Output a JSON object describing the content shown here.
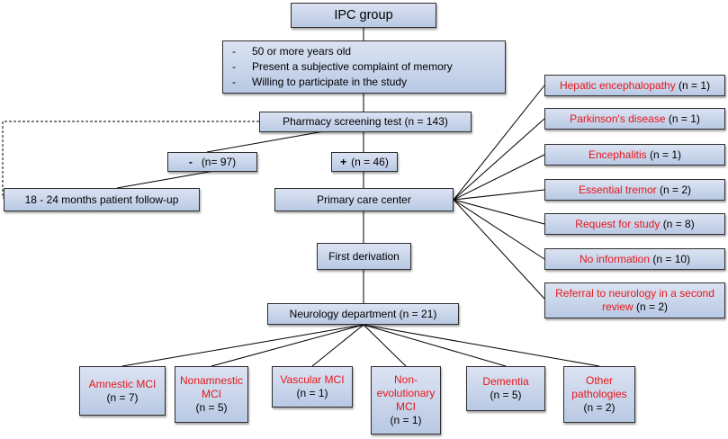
{
  "ipc_group": "IPC group",
  "criteria": [
    "50 or more years old",
    "Present a subjective complaint of memory",
    "Willing to participate in the study"
  ],
  "pharmacy_screening": "Pharmacy screening test (n = 143)",
  "negative": {
    "sign": "-",
    "count": "(n= 97)"
  },
  "positive": {
    "sign": "+",
    "count": "(n = 46)"
  },
  "follow_up": "18 - 24 months patient follow-up",
  "primary_care": "Primary care center",
  "first_derivation": "First derivation",
  "neurology_dept": "Neurology department (n = 21)",
  "outcomes": [
    {
      "name": "Hepatic encephalopathy",
      "count": "(n = 1)"
    },
    {
      "name": "Parkinson's disease",
      "count": "(n = 1)"
    },
    {
      "name": "Encephalitis",
      "count": "(n = 1)"
    },
    {
      "name": "Essential tremor",
      "count": "(n = 2)"
    },
    {
      "name": "Request for study",
      "count": "(n = 8)"
    },
    {
      "name": "No information",
      "count": "(n = 10)"
    },
    {
      "name": "Referral to neurology in a second review",
      "count": "(n = 2)"
    }
  ],
  "diagnoses": [
    {
      "name": "Amnestic MCI",
      "count": "(n = 7)"
    },
    {
      "name": "Nonamnestic MCI",
      "count": "(n = 5)"
    },
    {
      "name": "Vascular MCI",
      "count": "(n = 1)"
    },
    {
      "name": "Non-evolutionary MCI",
      "count": "(n = 1)"
    },
    {
      "name": "Dementia",
      "count": "(n = 5)"
    },
    {
      "name": "Other pathologies",
      "count": "(n = 2)"
    }
  ]
}
